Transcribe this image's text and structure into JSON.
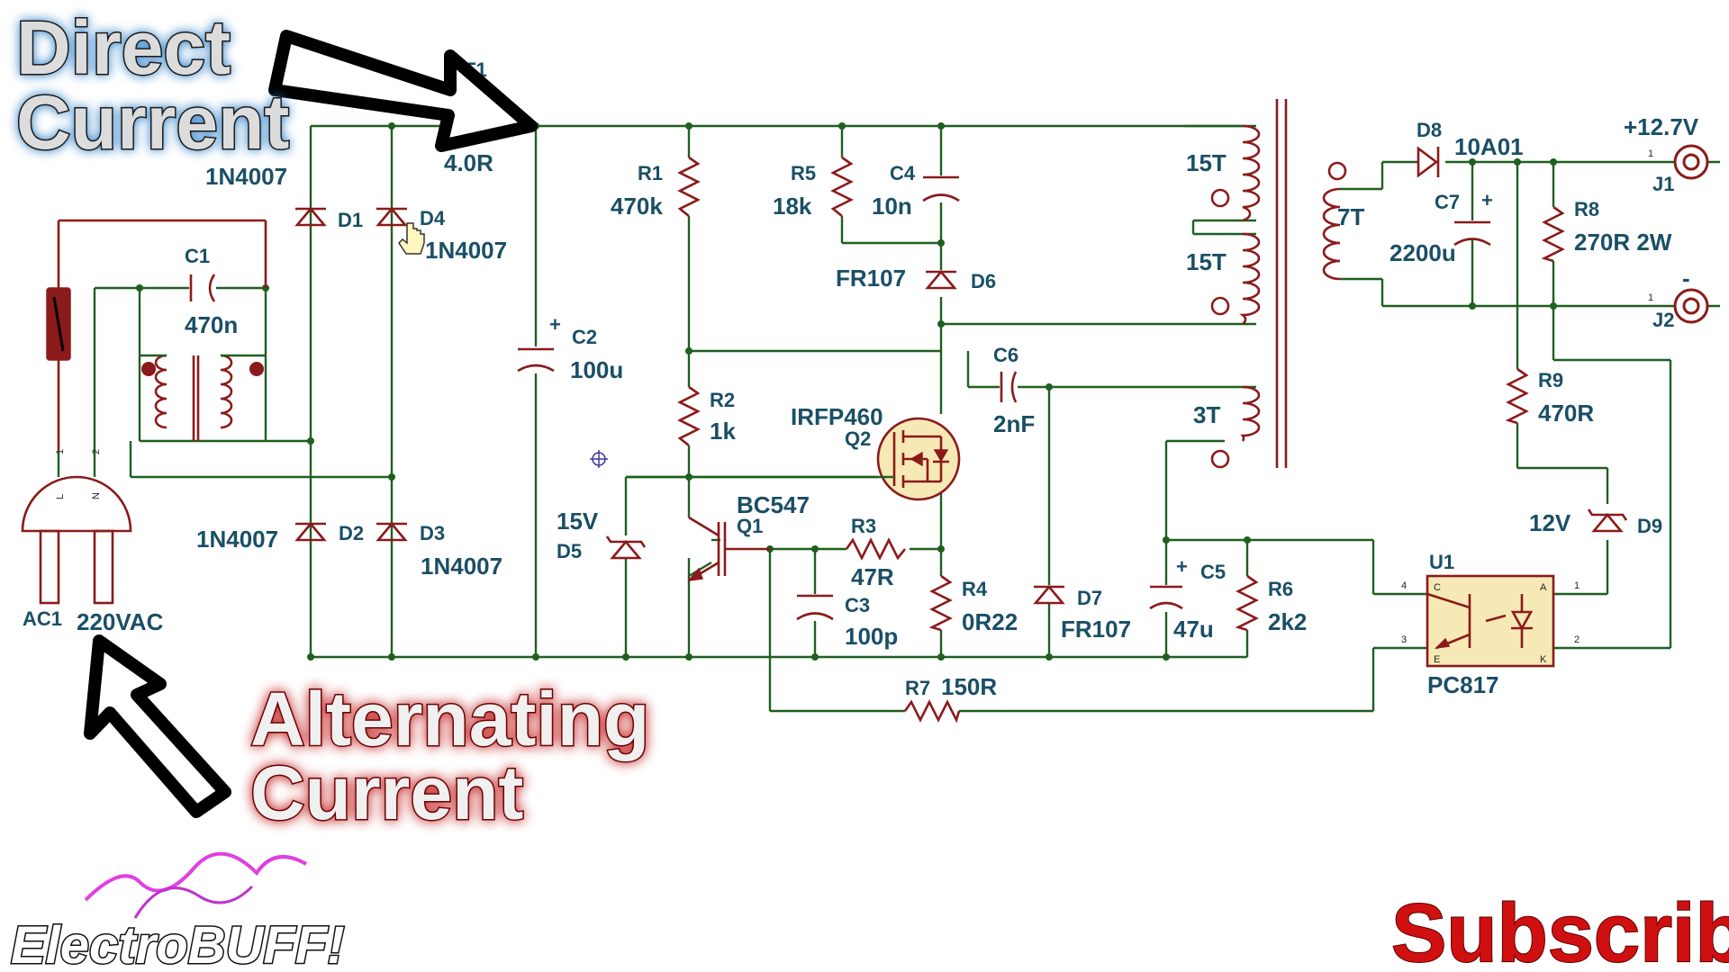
{
  "overlay": {
    "direct_current_line1": "Direct",
    "direct_current_line2": "Current",
    "alternating_current_line1": "Alternating",
    "alternating_current_line2": "Current",
    "brand": "ElectroBUFF!",
    "subscribe": "Subscribe"
  },
  "components": {
    "AC1": {
      "ref": "AC1",
      "value": "220VAC",
      "pin1": "1",
      "pin2": "2",
      "pin_l": "L",
      "pin_n": "N"
    },
    "C1": {
      "ref": "C1",
      "value": "470n"
    },
    "T1": {
      "ref": "T1",
      "value": "4.0R"
    },
    "D1": {
      "ref": "D1",
      "value": "1N4007"
    },
    "D2": {
      "ref": "D2",
      "value": "1N4007"
    },
    "D3": {
      "ref": "D3",
      "value": "1N4007"
    },
    "D4": {
      "ref": "D4",
      "value": "1N4007"
    },
    "C2": {
      "ref": "C2",
      "value": "100u",
      "polarity": "+"
    },
    "R1": {
      "ref": "R1",
      "value": "470k"
    },
    "R2": {
      "ref": "R2",
      "value": "1k"
    },
    "R5": {
      "ref": "R5",
      "value": "18k"
    },
    "C4": {
      "ref": "C4",
      "value": "10n"
    },
    "D6": {
      "ref": "D6",
      "value": "FR107"
    },
    "Q2": {
      "ref": "Q2",
      "value": "IRFP460"
    },
    "C6": {
      "ref": "C6",
      "value": "2nF"
    },
    "Q1": {
      "ref": "Q1",
      "value": "BC547"
    },
    "D5": {
      "ref": "D5",
      "value": "15V"
    },
    "R3": {
      "ref": "R3",
      "value": "47R"
    },
    "C3": {
      "ref": "C3",
      "value": "100p"
    },
    "R4": {
      "ref": "R4",
      "value": "0R22"
    },
    "D7": {
      "ref": "D7",
      "value": "FR107"
    },
    "C5": {
      "ref": "C5",
      "value": "47u",
      "polarity": "+"
    },
    "R6": {
      "ref": "R6",
      "value": "2k2"
    },
    "R7": {
      "ref": "R7",
      "value": "150R"
    },
    "D8": {
      "ref": "D8",
      "value": "10A01"
    },
    "C7": {
      "ref": "C7",
      "value": "2200u",
      "polarity": "+"
    },
    "R8": {
      "ref": "R8",
      "value": "270R 2W"
    },
    "R9": {
      "ref": "R9",
      "value": "470R"
    },
    "D9": {
      "ref": "D9",
      "value": "12V"
    },
    "U1": {
      "ref": "U1",
      "value": "PC817",
      "pin_c": "C",
      "pin_e": "E",
      "pin_a": "A",
      "pin_k": "K",
      "p1": "1",
      "p2": "2",
      "p3": "3",
      "p4": "4"
    },
    "J1": {
      "ref": "J1",
      "value": "+12.7V",
      "pin": "1"
    },
    "J2": {
      "ref": "J2",
      "value": "-",
      "pin": "1"
    }
  },
  "transformer": {
    "primary_upper": "15T",
    "primary_lower": "15T",
    "aux": "3T",
    "secondary": "7T"
  }
}
